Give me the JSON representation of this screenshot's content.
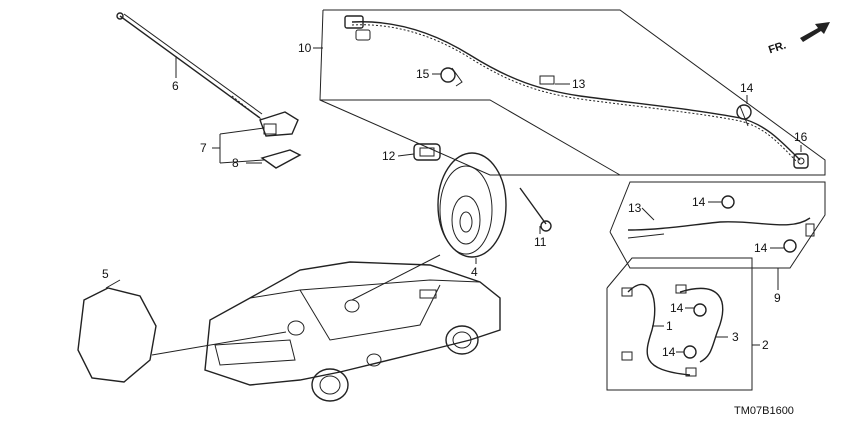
{
  "diagram": {
    "code": "TM07B1600",
    "direction_label": "FR.",
    "callouts": {
      "c1": "1",
      "c2": "2",
      "c3": "3",
      "c4": "4",
      "c5": "5",
      "c6": "6",
      "c7": "7",
      "c8": "8",
      "c9": "9",
      "c10": "10",
      "c11": "11",
      "c12": "12",
      "c13a": "13",
      "c13b": "13",
      "c14a": "14",
      "c14b": "14",
      "c14c": "14",
      "c14d": "14",
      "c14e": "14",
      "c15": "15",
      "c16": "16"
    }
  }
}
